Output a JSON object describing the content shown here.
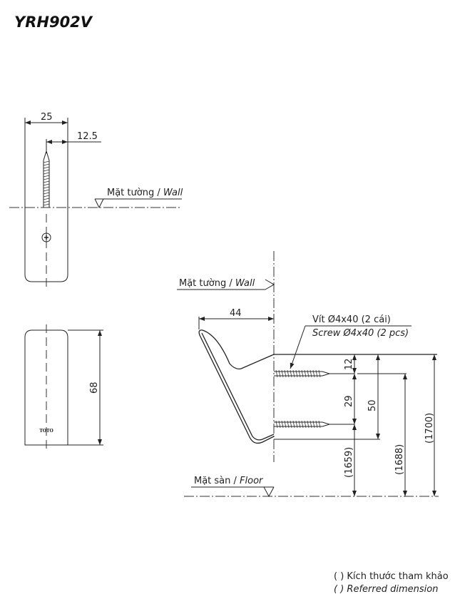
{
  "title": "YRH902V",
  "top_view": {
    "dim_width": "25",
    "dim_half": "12.5",
    "wall_label": "Mặt tường / ",
    "wall_label_en": "Wall"
  },
  "front_view": {
    "dim_height": "68",
    "logo": "TOTO"
  },
  "side_view": {
    "wall_label": "Mặt tường / ",
    "wall_label_en": "Wall",
    "dim_depth": "44",
    "screw_label_vi": "Vít Ø4x40 (2 cái)",
    "screw_label_en": "Screw Ø4x40 (2 pcs)",
    "dim_top_to_screw": "12",
    "dim_screw_spacing": "29",
    "dim_height": "50",
    "dim_lower_screw": "(1659)",
    "dim_upper_screw": "(1688)",
    "dim_top": "(1700)",
    "floor_label": "Mặt sàn / ",
    "floor_label_en": "Floor"
  },
  "notes": {
    "line1": "( ) Kích thước tham khảo",
    "line2": "( ) Referred dimension"
  }
}
